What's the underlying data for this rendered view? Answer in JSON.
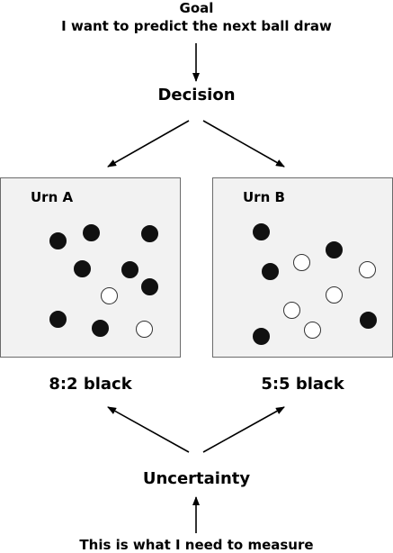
{
  "goal": {
    "title": "Goal",
    "text": "I want to predict the next ball draw"
  },
  "decision": "Decision",
  "urns": [
    {
      "name": "Urn A",
      "ratio_label": "8:2 black",
      "black": 8,
      "white": 2
    },
    {
      "name": "Urn B",
      "ratio_label": "5:5 black",
      "black": 5,
      "white": 5
    }
  ],
  "uncertainty": "Uncertainty",
  "footer": "This is what I need to measure"
}
